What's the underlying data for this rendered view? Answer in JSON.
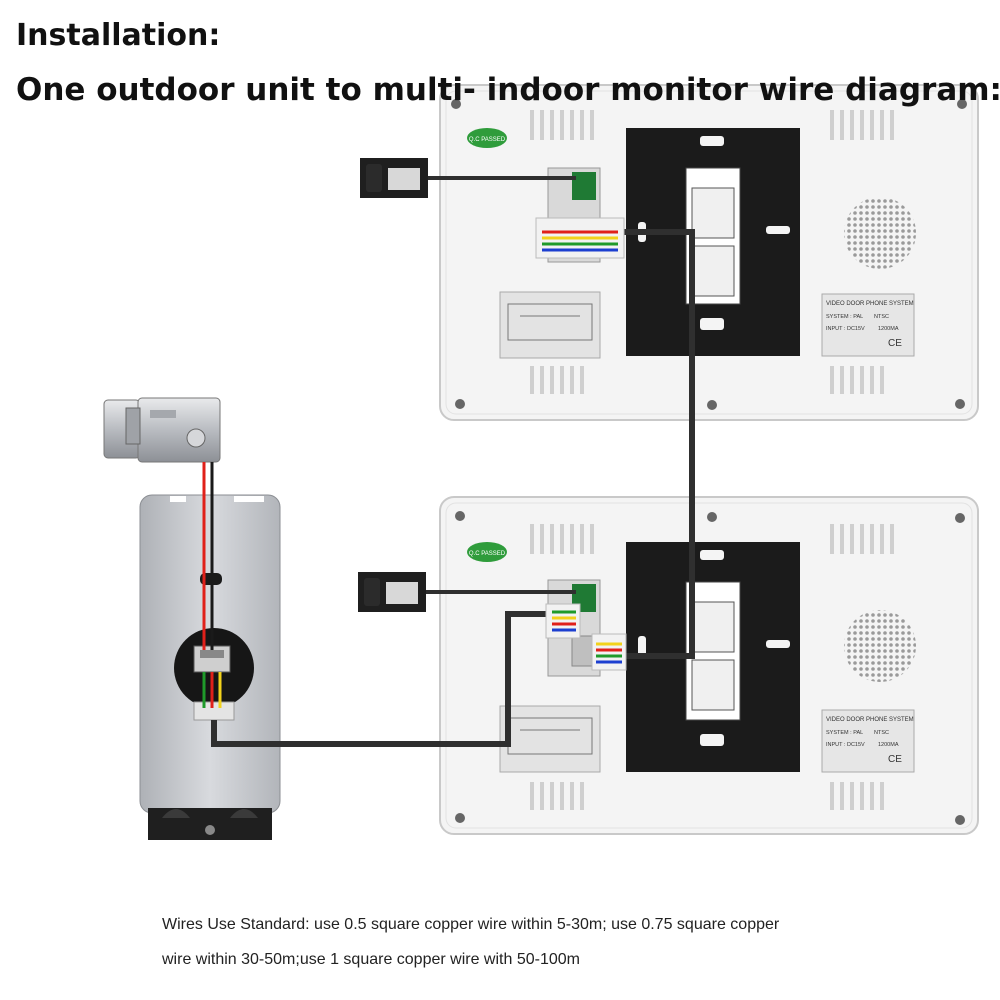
{
  "title": "Installation:",
  "subtitle": "One outdoor unit to multi- indoor monitor wire diagram:",
  "notes": [
    "Wires Use Standard: use 0.5 square copper wire within 5-30m; use 0.75 square copper",
    "wire within 30-50m;use 1 square copper wire with 50-100m"
  ],
  "monitor_top": {
    "qc_badge": "Q.C PASSED",
    "rating_label": {
      "title": "VIDEO DOOR PHONE SYSTEM",
      "system": "SYSTEM : PAL",
      "ntsc": "NTSC",
      "input": "INPUT : DC15V",
      "current": "1200MA",
      "ce": "CE"
    }
  },
  "monitor_bottom": {
    "qc_badge": "Q.C PASSED",
    "rating_label": {
      "title": "VIDEO DOOR PHONE SYSTEM",
      "system": "SYSTEM : PAL",
      "ntsc": "NTSC",
      "input": "INPUT : DC15V",
      "current": "1200MA",
      "ce": "CE"
    }
  },
  "colors": {
    "cable": "#2f2f2f",
    "wire_red": "#e0201a",
    "wire_yellow": "#f2d21b",
    "wire_green": "#1f9a2a",
    "wire_blue": "#1c3fd0",
    "monitor_body": "#f4f4f4",
    "bracket": "#1b1b1b",
    "outdoor_unit": "#c9cbd0"
  },
  "icons": [
    "power-adapter-icon",
    "electric-lock-icon",
    "speaker-grille-icon",
    "screw-icon"
  ]
}
